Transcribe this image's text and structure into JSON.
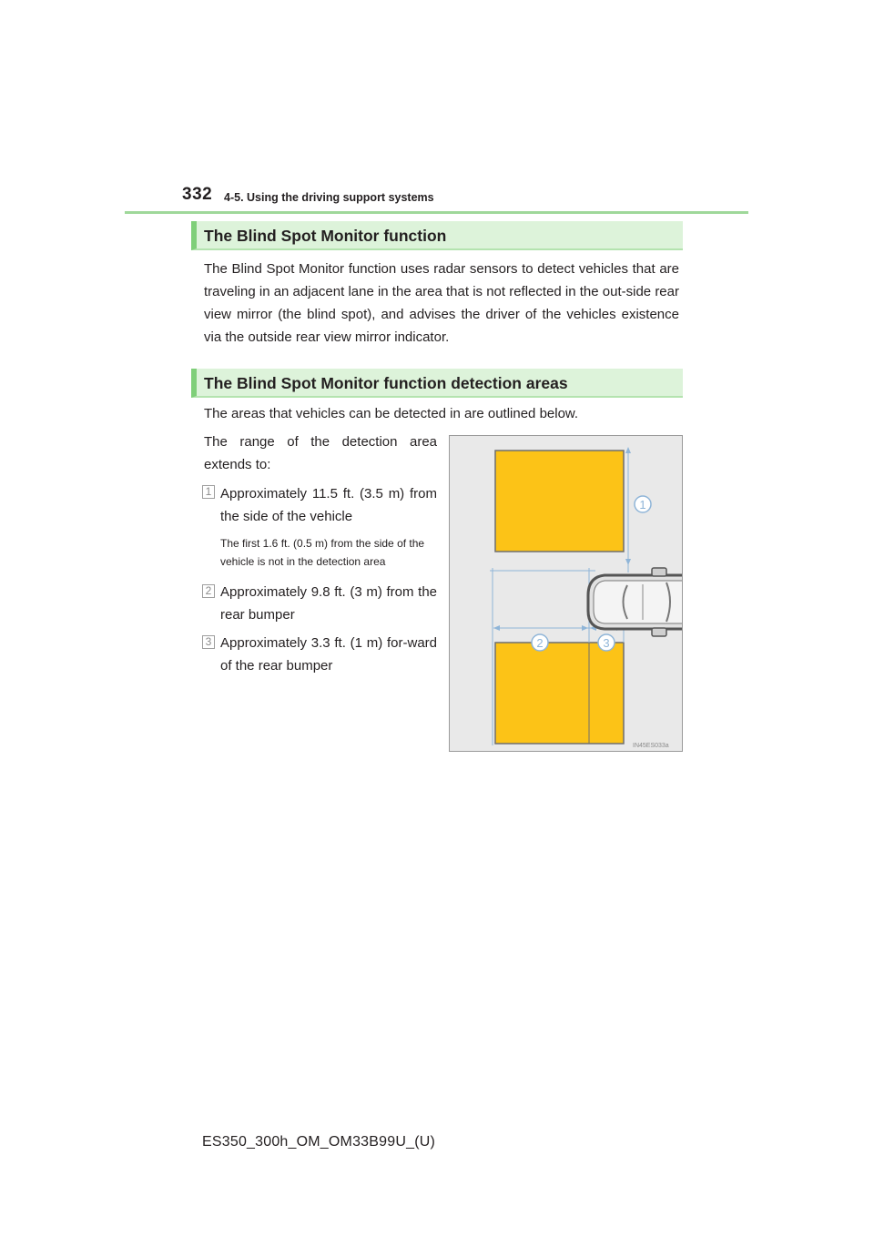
{
  "header": {
    "page_number": "332",
    "section_ref": "4-5. Using the driving support systems"
  },
  "sections": [
    {
      "heading": "The Blind Spot Monitor function",
      "body": "The Blind Spot Monitor function uses radar sensors to detect vehicles that are traveling in an adjacent lane in the area that is not reflected in the out-side rear view mirror (the blind spot), and advises the driver of the vehicles existence via the outside rear view mirror indicator."
    },
    {
      "heading": "The Blind Spot Monitor function detection areas",
      "intro": "The areas that vehicles can be detected in are outlined below.",
      "range_intro": "The range of the detection area extends to:",
      "items": [
        {
          "number": "1",
          "text": "Approximately 11.5 ft. (3.5 m) from the side of the vehicle",
          "note": "The first 1.6 ft. (0.5 m) from the side of the vehicle is not in the detection area"
        },
        {
          "number": "2",
          "text": "Approximately 9.8 ft. (3 m) from the rear bumper"
        },
        {
          "number": "3",
          "text": "Approximately 3.3 ft. (1 m) for-ward of the rear bumper"
        }
      ]
    }
  ],
  "diagram": {
    "callouts": [
      "1",
      "2",
      "3"
    ],
    "image_code": "IN45ES033a",
    "colors": {
      "detection_area": "#fcc317",
      "dimension_line": "#8fb5d8",
      "background": "#e9e9e9"
    }
  },
  "footer": {
    "doc_code": "ES350_300h_OM_OM33B99U_(U)"
  }
}
